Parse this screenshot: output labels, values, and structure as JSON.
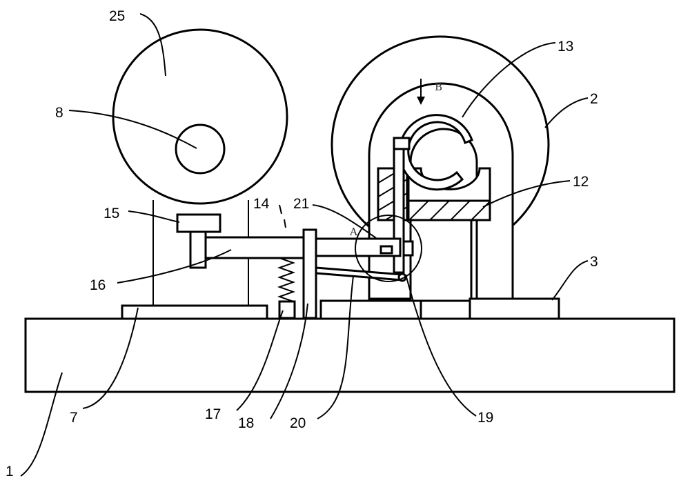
{
  "labels": {
    "l1": "1",
    "l2": "2",
    "l3": "3",
    "l7": "7",
    "l8": "8",
    "l12": "12",
    "l13": "13",
    "l14": "14",
    "l15": "15",
    "l16": "16",
    "l17": "17",
    "l18": "18",
    "l19": "19",
    "l20": "20",
    "l21": "21",
    "l25": "25",
    "lA": "A",
    "lB": "B"
  }
}
